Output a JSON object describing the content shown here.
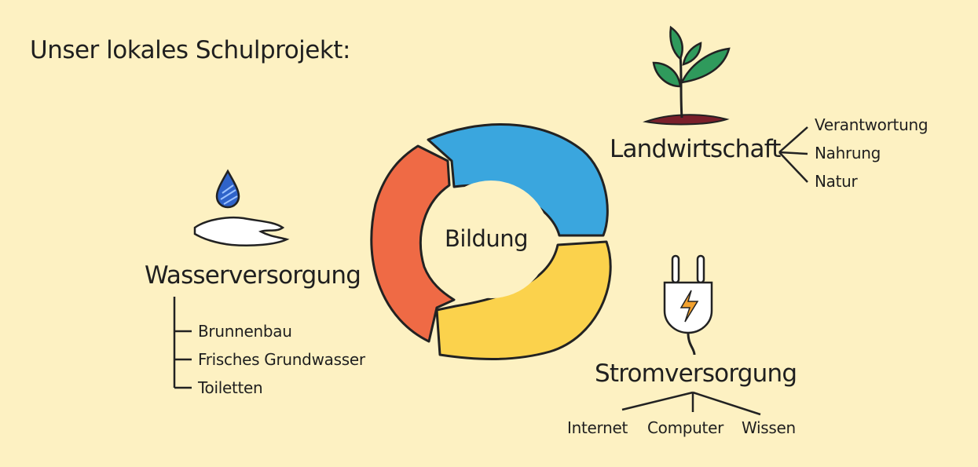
{
  "title": "Unser lokales Schulprojekt:",
  "center": "Bildung",
  "colors": {
    "background": "#fdf1c2",
    "segment_blue": "#3aa6de",
    "segment_yellow": "#fbd24c",
    "segment_red": "#ef6a45",
    "ink": "#222222",
    "leaf_green": "#2f9a5c",
    "soil": "#7a1f2a",
    "water_blue": "#2f63c9",
    "bolt_orange": "#f2a12e"
  },
  "topics": {
    "wasser": {
      "label": "Wasserversorgung",
      "icon": "water-hand-icon",
      "items": [
        "Brunnenbau",
        "Frisches Grundwasser",
        "Toiletten"
      ]
    },
    "land": {
      "label": "Landwirtschaft",
      "icon": "sprout-icon",
      "items": [
        "Verantwortung",
        "Nahrung",
        "Natur"
      ]
    },
    "strom": {
      "label": "Stromversorgung",
      "icon": "power-plug-icon",
      "items": [
        "Internet",
        "Computer",
        "Wissen"
      ]
    }
  }
}
